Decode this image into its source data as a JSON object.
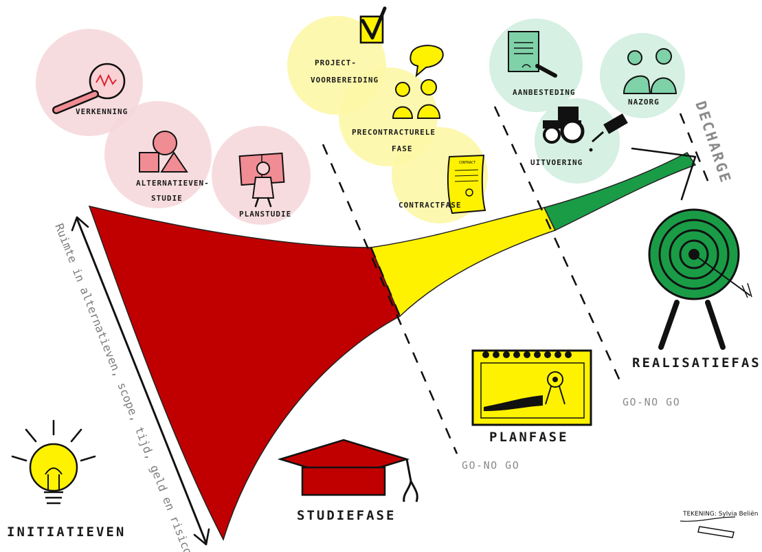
{
  "labels": {
    "verkenning": "VERKENNING",
    "alternatieven_1": "ALTERNATIEVEN-",
    "alternatieven_2": "STUDIE",
    "planstudie": "PLANSTUDIE",
    "projectvoorbereiding_1": "PROJECT-",
    "projectvoorbereiding_2": "VOORBEREIDING",
    "precontractuele_1": "PRECONTRACTURELE",
    "precontractuele_2": "FASE",
    "contractfase": "CONTRACTFASE",
    "contract_doc": "CONTRACT",
    "aanbesteding": "AANBESTEDING",
    "nazorg": "NAZORG",
    "uitvoering": "UITVOERING",
    "decharge": "DECHARGE",
    "realisatiefase": "REALISATIEFASE",
    "planfase": "PLANFASE",
    "studiefase": "STUDIEFASE",
    "initiatieven": "INITIATIEVEN",
    "go_no_go_1": "GO-NO GO",
    "go_no_go_2": "GO-NO GO",
    "axis": "Ruimte in alternatieven, scope, tijd, geld en risico's",
    "credit": "TEKENING: Sylvia Beliën"
  },
  "colors": {
    "red": "#c00000",
    "yellow": "#fff200",
    "green": "#1a9c47",
    "pink_blob": "#f6d6d9",
    "yellow_blob": "#fdf7a6",
    "green_blob": "#d4efe2",
    "pink_icon": "#f08c93",
    "green_icon": "#7fd1a8"
  },
  "icons": [
    "magnifier-icon",
    "shapes-icon",
    "planner-person-icon",
    "checkbox-icon",
    "meeting-people-icon",
    "contract-scroll-icon",
    "signing-document-icon",
    "handshake-icon",
    "tractor-icon",
    "oil-can-icon",
    "target-icon",
    "calendar-icon",
    "graduation-cap-icon",
    "lightbulb-icon",
    "pencil-icon"
  ]
}
